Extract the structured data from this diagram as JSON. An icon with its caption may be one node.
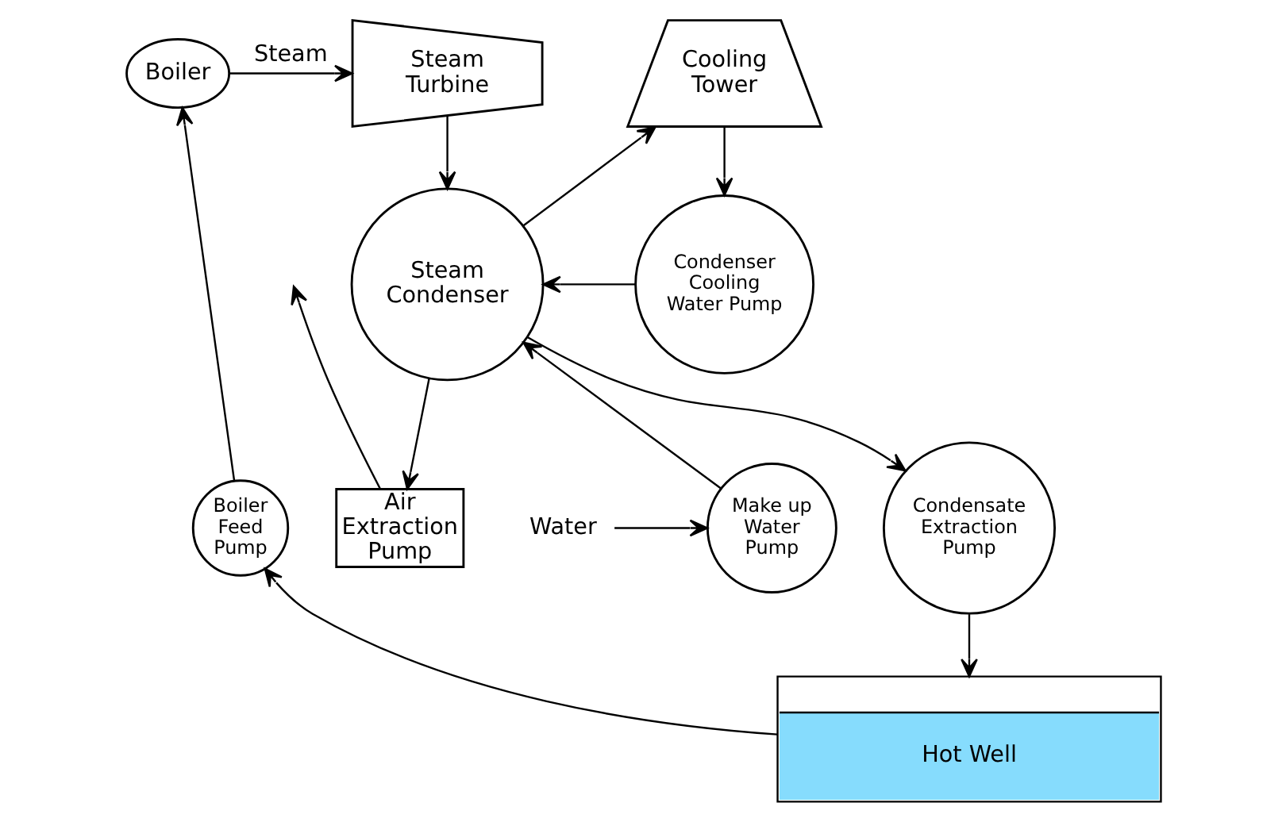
{
  "diagram": {
    "nodes": [
      {
        "text": [
          "Boiler"
        ]
      },
      {
        "text": [
          "Steam Turbine"
        ]
      },
      {
        "text": [
          "Cooling Tower"
        ]
      },
      {
        "text": [
          "Steam Condenser"
        ]
      },
      {
        "text": [
          "Condenser Cooling Water Pump"
        ]
      },
      {
        "text": [
          "Air Extraction Pump"
        ]
      },
      {
        "text": [
          "Water"
        ]
      },
      {
        "text": [
          "Make up Water Pump"
        ]
      },
      {
        "text": [
          "Condensate Extraction Pump"
        ]
      },
      {
        "text": [
          "Boiler Feed Pump"
        ]
      },
      {
        "text": [
          "Hot Well"
        ]
      }
    ],
    "edges": [
      {
        "from": 0,
        "to": 1,
        "label": "Steam",
        "arrow": "to"
      },
      {
        "from": 1,
        "to": 3,
        "arrow": "to"
      },
      {
        "from": 3,
        "to": 2,
        "arrow": "to"
      },
      {
        "from": 2,
        "to": 4,
        "arrow": "to"
      },
      {
        "from": 4,
        "to": 3,
        "arrow": "to"
      },
      {
        "from": 6,
        "to": 7,
        "arrow": "to"
      },
      {
        "from": 7,
        "to": 3,
        "arrow": "to"
      },
      {
        "from": 3,
        "to": 5,
        "arrow": "to"
      },
      {
        "from": 5,
        "to": null,
        "arrow": "to"
      },
      {
        "from": 3,
        "to": 8,
        "arrow": "to"
      },
      {
        "from": 8,
        "to": 10,
        "arrow": "to"
      },
      {
        "from": 10,
        "to": 9,
        "arrow": "to"
      },
      {
        "from": 9,
        "to": 0,
        "arrow": "to"
      }
    ]
  }
}
